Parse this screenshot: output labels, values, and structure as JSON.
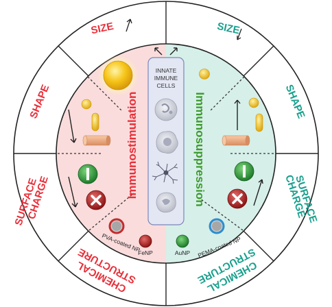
{
  "left": {
    "segments": [
      "SIZE",
      "SHAPE",
      "SURFACE",
      "CHARGE",
      "CHEMICAL",
      "STRUCTURE"
    ],
    "center_label": "Immunostimulation",
    "np_labels": [
      "PVA-coated NP",
      "FeNP"
    ]
  },
  "right": {
    "segments": [
      "SIZE",
      "SHAPE",
      "SURFACE",
      "CHARGE",
      "CHEMICAL",
      "STRUCTURE"
    ],
    "center_label": "Immunosuppression",
    "np_labels": [
      "AuNP",
      "PEMA-coated NP"
    ]
  },
  "center_panel": {
    "title_lines": [
      "INNATE",
      "IMMUNE",
      "CELLS"
    ]
  },
  "colors": {
    "red": "#e8303a",
    "teal": "#1aa08e",
    "pink_bg": "#fadcdc",
    "mint_bg": "#d6efe9",
    "gold": "#f5c518"
  }
}
